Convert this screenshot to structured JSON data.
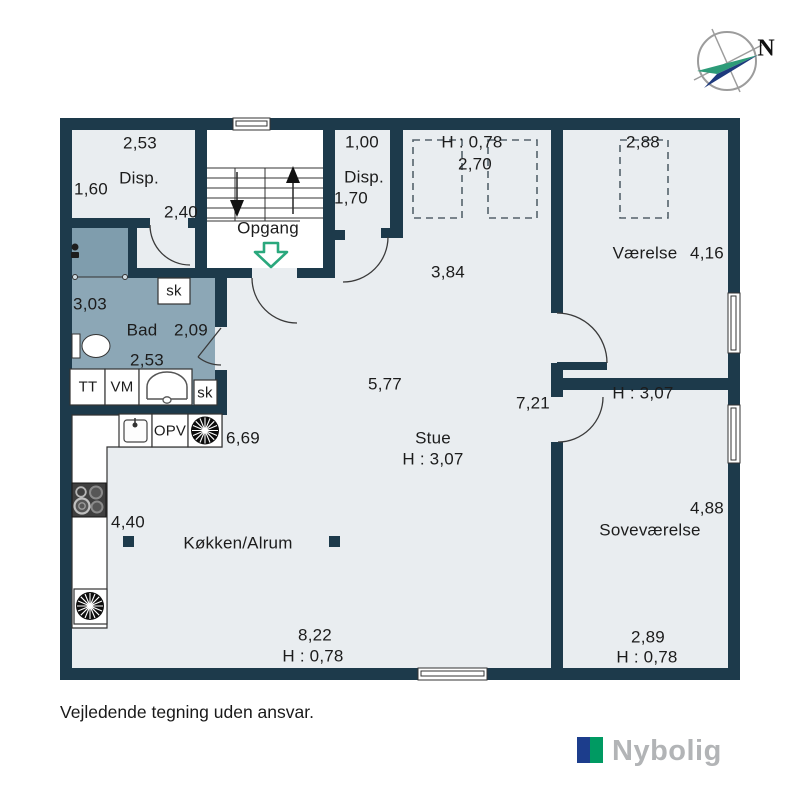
{
  "page": {
    "disclaimer": "Vejledende tegning uden ansvar."
  },
  "compass": {
    "north_label": "N"
  },
  "brand": {
    "name": "Nybolig",
    "navy": "#1c3d8c",
    "green": "#009a62",
    "text_color": "#b2b4b6"
  },
  "colors": {
    "wall": "#1d3a4b",
    "room_fill": "#e9edf0",
    "bath_fill": "#8ca7b6",
    "shower_fill": "#7f9dad",
    "stair_fill": "#ffffff",
    "accent_green": "#2aa87d"
  },
  "labels": {
    "disp1_name": "Disp.",
    "disp1_w": "2,53",
    "disp1_h": "1,60",
    "disp1_b": "2,40",
    "opgang": "Opgang",
    "disp2_name": "Disp.",
    "disp2_w": "1,00",
    "disp2_h": "1,70",
    "loft_h": "H : 0,78",
    "loft_d": "2,70",
    "loft_w": "3,84",
    "vaer_name": "Værelse",
    "vaer_len": "4,16",
    "vaer_w": "2,88",
    "bad_name": "Bad",
    "bad_w": "2,09",
    "bad_iw": "2,53",
    "bad_h": "3,03",
    "stue_name": "Stue",
    "stue_ch": "H : 3,07",
    "stue_w": "5,77",
    "stue_l": "7,21",
    "sove_name": "Soveværelse",
    "sove_len": "4,88",
    "sove_ch": "H : 3,07",
    "sove_w": "2,89",
    "sove_lh": "H : 0,78",
    "kok_name": "Køkken/Alrum",
    "kok_d": "4,40",
    "kok_i": "6,69",
    "kok_w": "8,22",
    "kok_lh": "H : 0,78",
    "sk1": "sk",
    "sk2": "sk",
    "tt": "TT",
    "vm": "VM",
    "opv": "OPV"
  }
}
